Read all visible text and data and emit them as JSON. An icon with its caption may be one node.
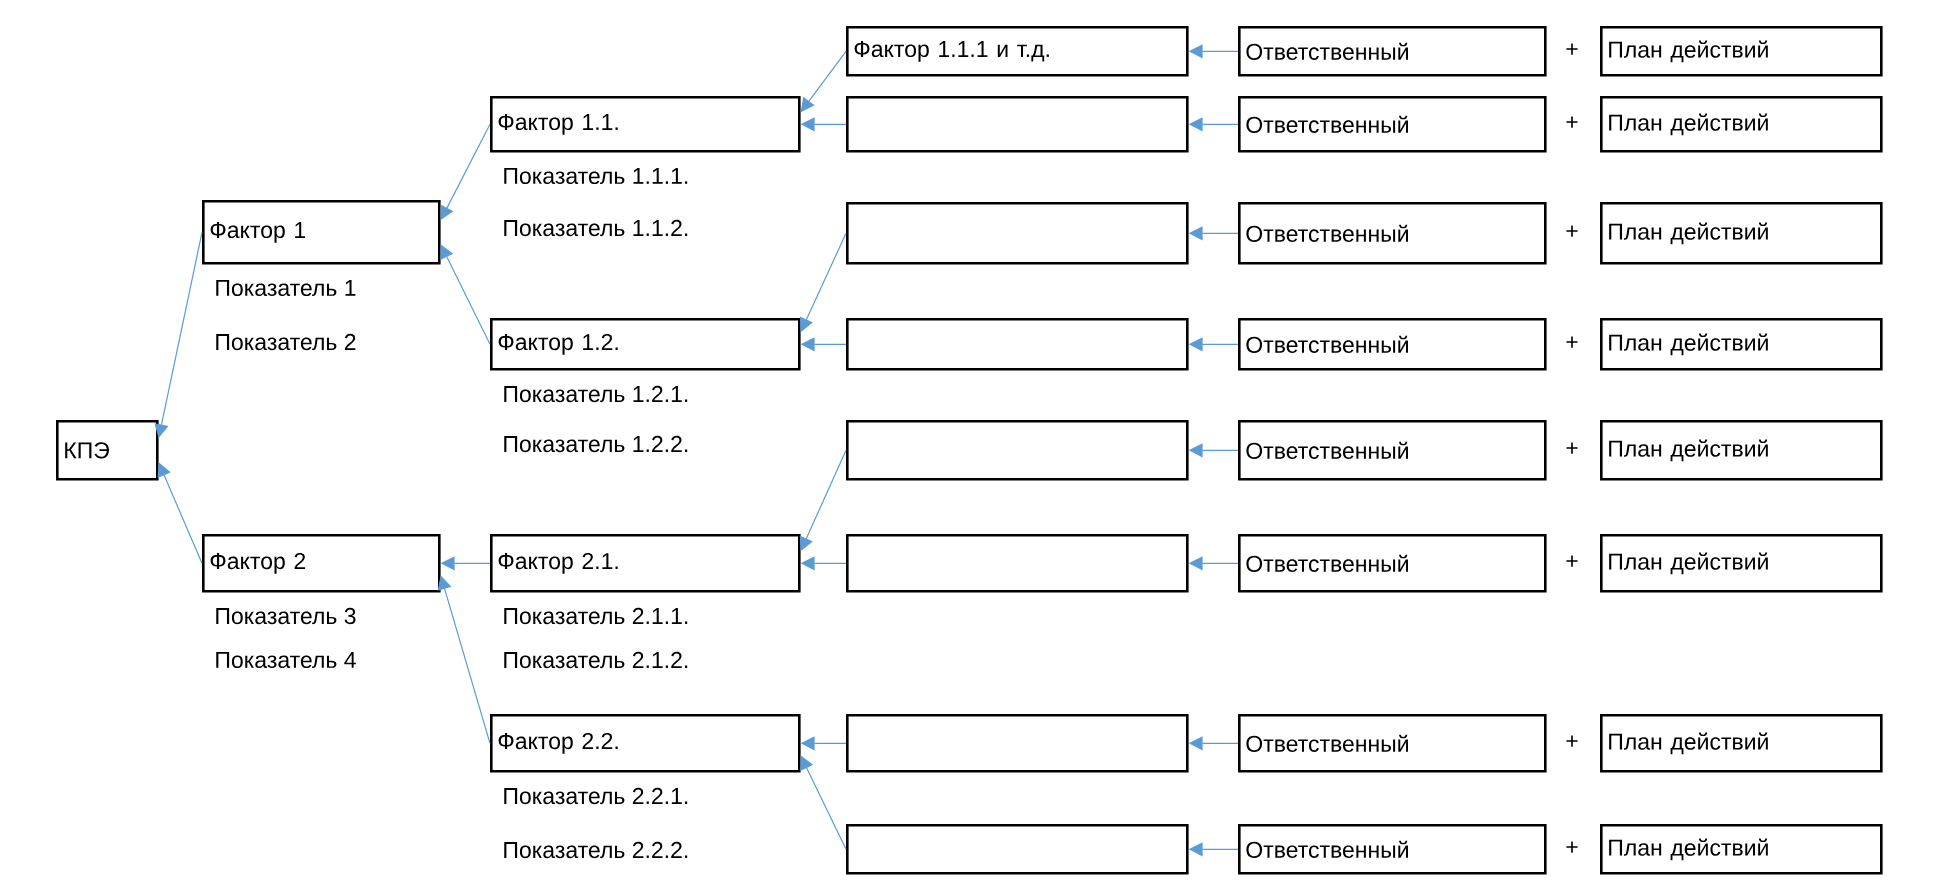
{
  "diagram": {
    "nodes": [
      {
        "text": [
          "КПЭ"
        ]
      },
      {
        "text": [
          "Фактор 1"
        ],
        "beside": [
          "Показатель 1",
          "Показатель 2"
        ]
      },
      {
        "text": [
          "Фактор 2"
        ],
        "beside": [
          "Показатель 3",
          "Показатель 4"
        ]
      },
      {
        "text": [
          "Фактор 1.1."
        ],
        "beside": [
          "Показатель 1.1.1.",
          "Показатель 1.1.2."
        ]
      },
      {
        "text": [
          "Фактор 1.2."
        ],
        "beside": [
          "Показатель 1.2.1.",
          "Показатель 1.2.2."
        ]
      },
      {
        "text": [
          "Фактор 2.1."
        ],
        "beside": [
          "Показатель 2.1.1.",
          "Показатель 2.1.2."
        ]
      },
      {
        "text": [
          "Фактор 2.2."
        ],
        "beside": [
          "Показатель 2.2.1.",
          "Показатель 2.2.2."
        ]
      },
      {
        "text": [
          "Фактор 1.1.1 и т.д."
        ]
      },
      {
        "text": [],
        "shape": "box"
      },
      {
        "text": [],
        "shape": "box"
      },
      {
        "text": [],
        "shape": "box"
      },
      {
        "text": [],
        "shape": "box"
      },
      {
        "text": [],
        "shape": "box"
      },
      {
        "text": [],
        "shape": "box"
      },
      {
        "text": [],
        "shape": "box"
      },
      {
        "text": [
          "Ответственный"
        ]
      },
      {
        "text": [
          "Ответственный"
        ]
      },
      {
        "text": [
          "Ответственный"
        ]
      },
      {
        "text": [
          "Ответственный"
        ]
      },
      {
        "text": [
          "Ответственный"
        ]
      },
      {
        "text": [
          "Ответственный"
        ]
      },
      {
        "text": [
          "Ответственный"
        ]
      },
      {
        "text": [
          "Ответственный"
        ]
      },
      {
        "text": [
          "План действий"
        ]
      },
      {
        "text": [
          "План действий"
        ]
      },
      {
        "text": [
          "План действий"
        ]
      },
      {
        "text": [
          "План действий"
        ]
      },
      {
        "text": [
          "План действий"
        ]
      },
      {
        "text": [
          "План действий"
        ]
      },
      {
        "text": [
          "План действий"
        ]
      },
      {
        "text": [
          "План действий"
        ]
      }
    ],
    "edges": [
      {
        "from": 1,
        "to": 0,
        "arrow": "to"
      },
      {
        "from": 2,
        "to": 0,
        "arrow": "to"
      },
      {
        "from": 3,
        "to": 1,
        "arrow": "to"
      },
      {
        "from": 4,
        "to": 1,
        "arrow": "to"
      },
      {
        "from": 5,
        "to": 2,
        "arrow": "to"
      },
      {
        "from": 6,
        "to": 2,
        "arrow": "to"
      },
      {
        "from": 7,
        "to": 3,
        "arrow": "to"
      },
      {
        "from": 8,
        "to": 3,
        "arrow": "to"
      },
      {
        "from": 9,
        "to": 4,
        "arrow": "to"
      },
      {
        "from": 10,
        "to": 4,
        "arrow": "to"
      },
      {
        "from": 11,
        "to": 5,
        "arrow": "to"
      },
      {
        "from": 12,
        "to": 5,
        "arrow": "to"
      },
      {
        "from": 13,
        "to": 6,
        "arrow": "to"
      },
      {
        "from": 14,
        "to": 6,
        "arrow": "to"
      },
      {
        "from": 15,
        "to": 7,
        "arrow": "to"
      },
      {
        "from": 16,
        "to": 8,
        "arrow": "to"
      },
      {
        "from": 17,
        "to": 9,
        "arrow": "to"
      },
      {
        "from": 18,
        "to": 10,
        "arrow": "to"
      },
      {
        "from": 19,
        "to": 11,
        "arrow": "to"
      },
      {
        "from": 20,
        "to": 12,
        "arrow": "to"
      },
      {
        "from": 21,
        "to": 13,
        "arrow": "to"
      },
      {
        "from": 22,
        "to": 14,
        "arrow": "to"
      }
    ],
    "labels": [
      "+",
      "+",
      "+",
      "+",
      "+",
      "+",
      "+",
      "+"
    ]
  }
}
